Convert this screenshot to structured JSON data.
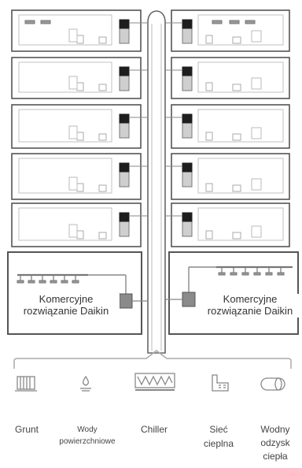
{
  "commercial": {
    "left": {
      "line1": "Komercyjne",
      "line2": "rozwiązanie Daikin"
    },
    "right": {
      "line1": "Komercyjne",
      "line2": "rozwiązanie Daikin"
    }
  },
  "sources": [
    {
      "line1": "Grunt",
      "line2": "",
      "line3": "",
      "icon": "radiator-icon"
    },
    {
      "line1": "Wody",
      "line2": "powierzchniowe",
      "line3": "",
      "icon": "water-drop-icon"
    },
    {
      "line1": "Chiller",
      "line2": "",
      "line3": "",
      "icon": "chiller-icon"
    },
    {
      "line1": "Sieć",
      "line2": "cieplna",
      "line3": "",
      "icon": "heat-network-icon"
    },
    {
      "line1": "Wodny",
      "line2": "odzysk",
      "line3": "ciepła",
      "icon": "water-pipe-icon"
    }
  ],
  "colors": {
    "line": "#555555",
    "unit": "#222222",
    "grey": "#8a8a8a",
    "light": "#c8c8c8"
  }
}
